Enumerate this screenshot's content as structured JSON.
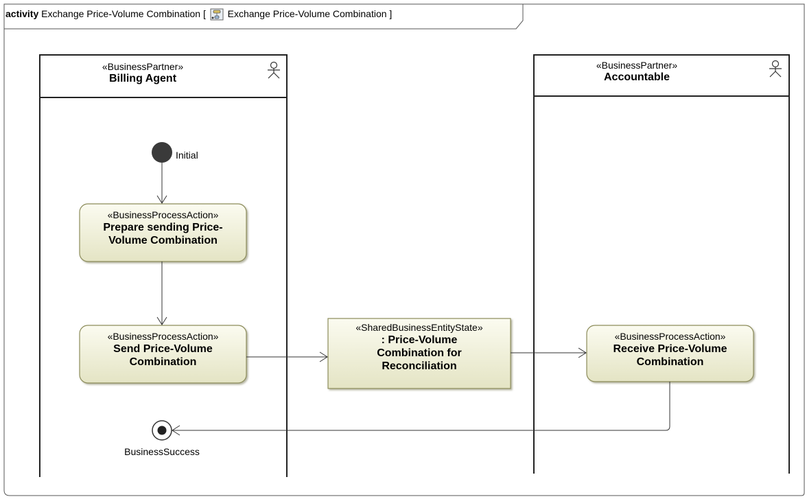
{
  "frame": {
    "keyword": "activity",
    "name": "Exchange Price-Volume Combination",
    "bracket_open": "[",
    "ref_name": "Exchange Price-Volume Combination",
    "bracket_close": "]",
    "ref_icon": "activity-diagram-icon"
  },
  "lanes": [
    {
      "stereotype": "«BusinessPartner»",
      "name": "Billing Agent",
      "icon": "actor-icon"
    },
    {
      "stereotype": "«BusinessPartner»",
      "name": "Accountable",
      "icon": "actor-icon"
    }
  ],
  "initial": {
    "label": "Initial"
  },
  "actions": [
    {
      "stereotype": "«BusinessProcessAction»",
      "line1": "Prepare sending Price-",
      "line2": "Volume Combination"
    },
    {
      "stereotype": "«BusinessProcessAction»",
      "line1": "Send Price-Volume",
      "line2": "Combination"
    },
    {
      "stereotype": "«BusinessProcessAction»",
      "line1": "Receive Price-Volume",
      "line2": "Combination"
    }
  ],
  "object_node": {
    "stereotype": "«SharedBusinessEntityState»",
    "line1": ": Price-Volume",
    "line2": "Combination for",
    "line3": "Reconciliation"
  },
  "final": {
    "label": "BusinessSuccess"
  },
  "colors": {
    "node_fill_top": "#f7f7e8",
    "node_fill_bottom": "#e6e6c8",
    "node_border": "#8c8c5a",
    "line": "#333333"
  }
}
